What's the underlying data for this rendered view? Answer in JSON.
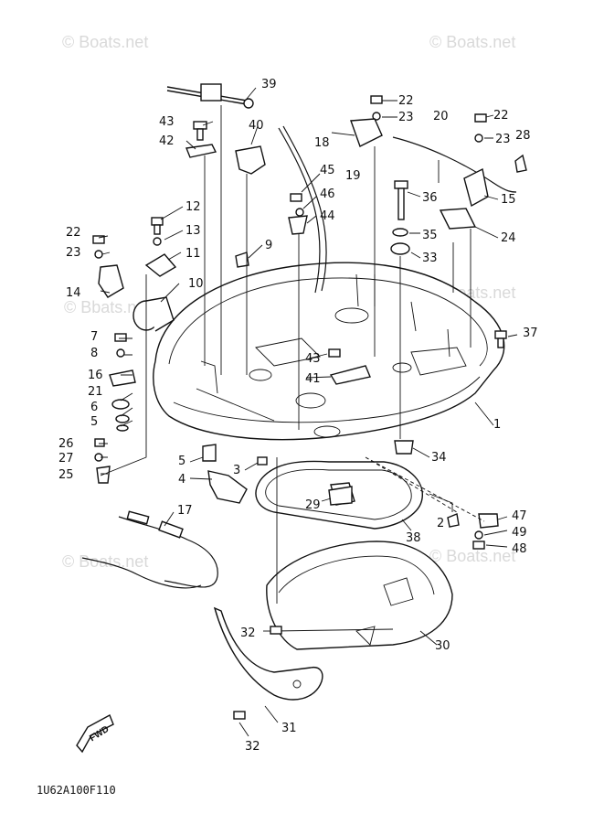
{
  "watermarks": [
    "© Boats.net",
    "© Boats.net",
    "© Bbats.net",
    "© Boats.net",
    "© Boats.net",
    "© Boats.net"
  ],
  "diagram_code": "1U62A100F110",
  "fwd_label": "FWD",
  "callouts": [
    "1",
    "2",
    "3",
    "4",
    "5",
    "5",
    "6",
    "7",
    "8",
    "9",
    "10",
    "11",
    "12",
    "13",
    "14",
    "15",
    "16",
    "17",
    "18",
    "19",
    "20",
    "21",
    "22",
    "22",
    "22",
    "23",
    "23",
    "23",
    "24",
    "25",
    "26",
    "27",
    "28",
    "29",
    "30",
    "31",
    "32",
    "32",
    "33",
    "34",
    "35",
    "36",
    "37",
    "38",
    "39",
    "40",
    "41",
    "42",
    "43",
    "43",
    "44",
    "45",
    "46",
    "47",
    "48",
    "49"
  ]
}
